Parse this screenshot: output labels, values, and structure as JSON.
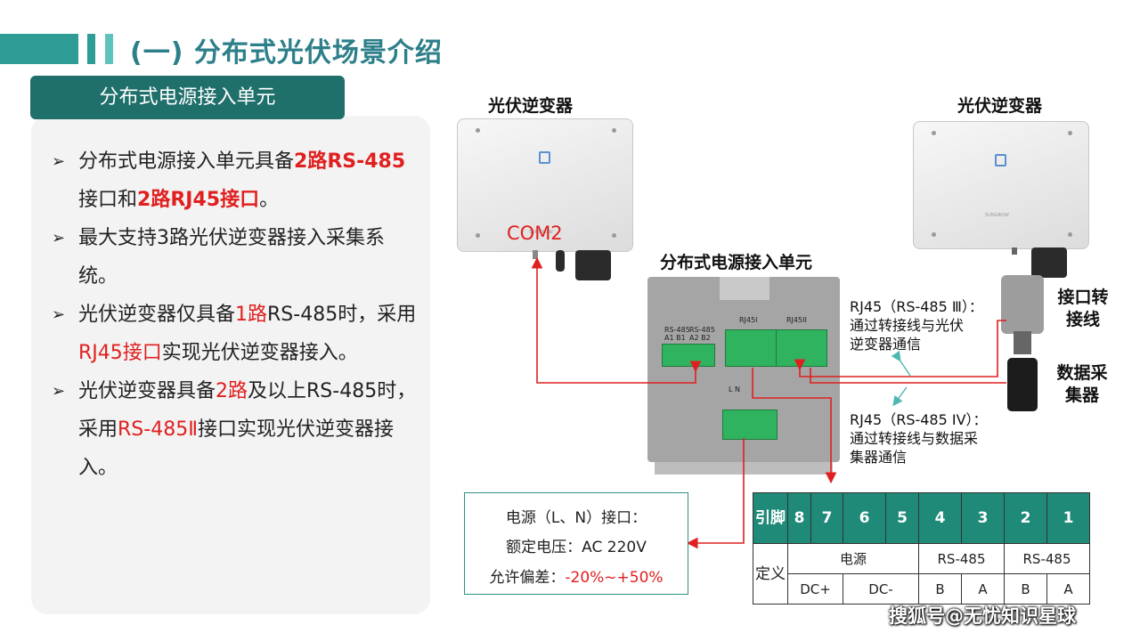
{
  "header": {
    "title": "(一) 分布式光伏场景介绍"
  },
  "subtitle": "分布式电源接入单元",
  "bullets": [
    {
      "parts": [
        {
          "t": "分布式电源接入单元具备"
        },
        {
          "t": "2路RS-485",
          "s": "redb"
        },
        {
          "t": "接口和"
        },
        {
          "t": "2路RJ45接口",
          "s": "redb"
        },
        {
          "t": "。"
        }
      ]
    },
    {
      "parts": [
        {
          "t": "最大支持3路光伏逆变器接入采集系统。"
        }
      ]
    },
    {
      "parts": [
        {
          "t": "光伏逆变器仅具备"
        },
        {
          "t": "1路",
          "s": "red"
        },
        {
          "t": "RS-485时，采用"
        },
        {
          "t": "RJ45接口",
          "s": "red"
        },
        {
          "t": "实现光伏逆变器接入。"
        }
      ]
    },
    {
      "parts": [
        {
          "t": "光伏逆变器具备"
        },
        {
          "t": "2路",
          "s": "red"
        },
        {
          "t": "及以上RS-485时，采用"
        },
        {
          "t": "RS-485Ⅱ",
          "s": "red"
        },
        {
          "t": "接口实现光伏逆变器接入。"
        }
      ]
    }
  ],
  "diagram": {
    "inverter_left_label": "光伏逆变器",
    "inverter_right_label": "光伏逆变器",
    "com2": "COM2",
    "brand": "SUNGROW",
    "unit_label": "分布式电源接入单元",
    "port_rs485_1": "RS-485 A1 B1",
    "port_rs485_2": "RS-485 A2 B2",
    "port_rj45_1": "RJ45I",
    "port_rj45_2": "RJ45II",
    "power_pins": "L  N",
    "adapter_label": "接口转接线",
    "collector_label": "数据采集器",
    "callout_rj45_3": [
      "RJ45（RS-485 Ⅲ）：",
      "通过转接线与光伏",
      "逆变器通信"
    ],
    "callout_rj45_4": [
      "RJ45（RS-485 IV）：",
      "通过转接线与数据采",
      "集器通信"
    ]
  },
  "power_note": {
    "line1": "电源（L、N）接口：",
    "line2": "额定电压：AC 220V",
    "line3_label": "允许偏差：",
    "line3_value": "-20%~+50%"
  },
  "pin_table": {
    "head_label": "引脚",
    "pins": [
      "8",
      "7",
      "6",
      "5",
      "4",
      "3",
      "2",
      "1"
    ],
    "def_label": "定义",
    "groups": [
      "电源",
      "RS-485",
      "RS-485"
    ],
    "defs": [
      "DC+",
      "DC-",
      "B",
      "A",
      "B",
      "A"
    ]
  },
  "watermark": "搜狐号@无忧知识星球",
  "colors": {
    "accent": "#2f9c95",
    "teal_dark": "#1f6f6b",
    "red": "#e02020"
  }
}
